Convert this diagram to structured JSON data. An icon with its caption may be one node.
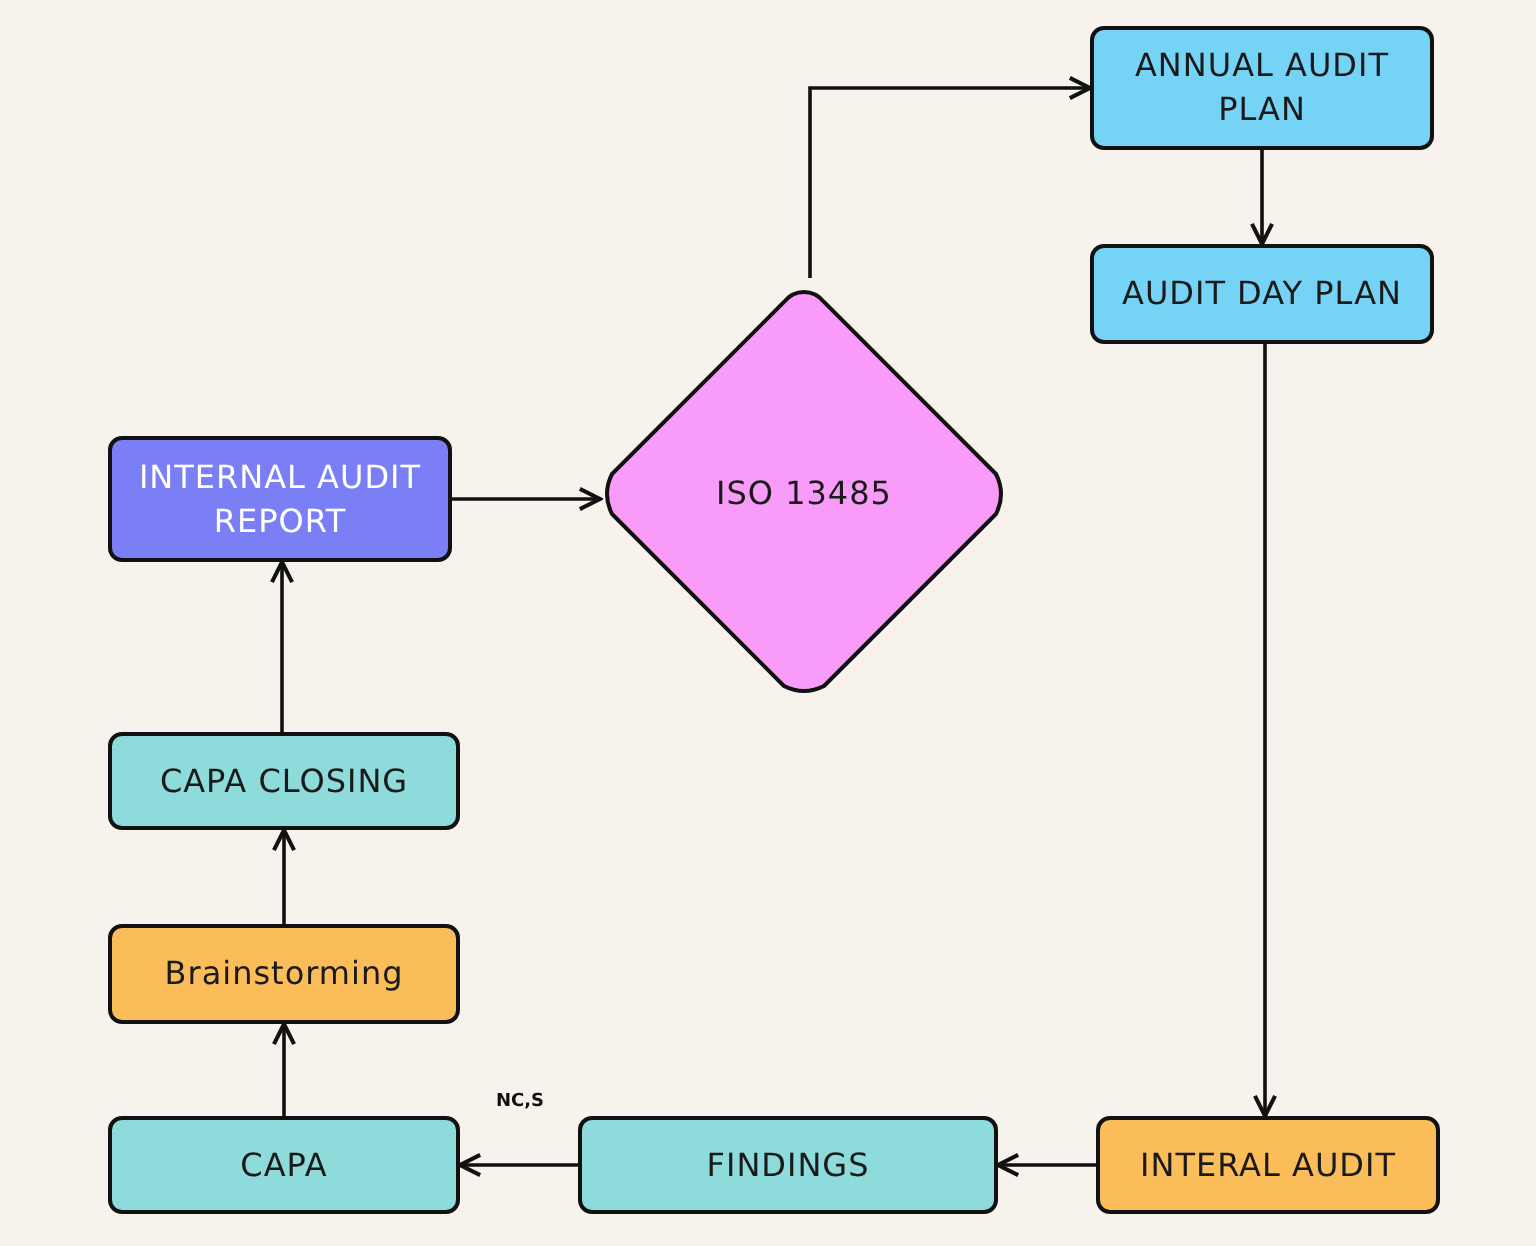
{
  "diagram": {
    "nodes": [
      {
        "text": [
          "ANNUAL AUDIT PLAN"
        ]
      },
      {
        "text": [
          "AUDIT DAY PLAN"
        ]
      },
      {
        "text": [
          "INTERNAL AUDIT REPORT"
        ]
      },
      {
        "text": [
          "ISO 13485"
        ]
      },
      {
        "text": [
          "CAPA CLOSING"
        ]
      },
      {
        "text": [
          "Brainstorming"
        ]
      },
      {
        "text": [
          "CAPA"
        ]
      },
      {
        "text": [
          "FINDINGS"
        ]
      },
      {
        "text": [
          "INTERAL AUDIT"
        ]
      }
    ],
    "edges": [
      {
        "from": 3,
        "to": 0,
        "arrow": "to"
      },
      {
        "from": 0,
        "to": 1,
        "arrow": "to"
      },
      {
        "from": 1,
        "to": 8,
        "arrow": "to"
      },
      {
        "from": 8,
        "to": 7,
        "arrow": "to"
      },
      {
        "from": 7,
        "to": 6,
        "arrow": "to",
        "label": "NC,S"
      },
      {
        "from": 6,
        "to": 5,
        "arrow": "to"
      },
      {
        "from": 5,
        "to": 4,
        "arrow": "to"
      },
      {
        "from": 4,
        "to": 2,
        "arrow": "to"
      },
      {
        "from": 2,
        "to": 3,
        "arrow": "to"
      }
    ]
  }
}
